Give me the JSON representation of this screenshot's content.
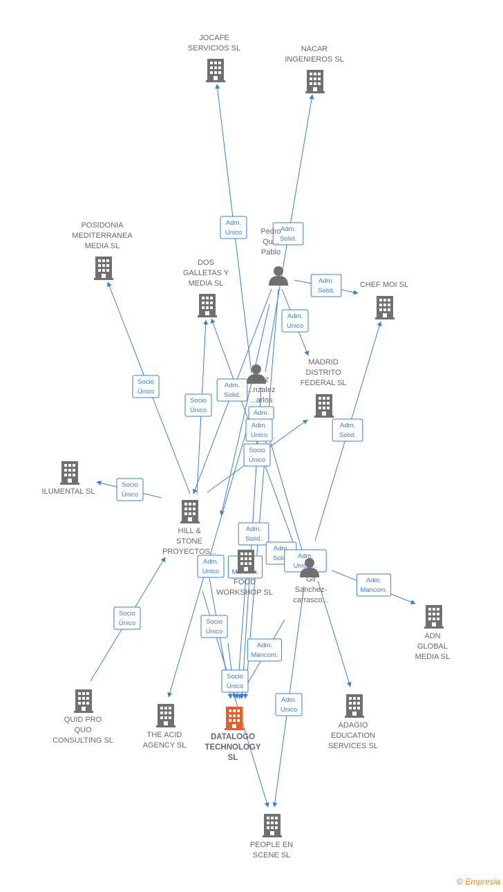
{
  "colors": {
    "edge": "#3a7fd5",
    "company_icon": "#707070",
    "focus_icon": "#f05a28",
    "label": "#666666"
  },
  "nodes": [
    {
      "id": "jocafe",
      "type": "company",
      "lines": [
        "JOCAFE",
        "SERVICIOS  SL"
      ]
    },
    {
      "id": "nacar",
      "type": "company",
      "lines": [
        "NACAR",
        "INGENIEROS SL"
      ]
    },
    {
      "id": "posidonia",
      "type": "company",
      "lines": [
        "POSIDONIA",
        "MEDITERRANEA",
        "MEDIA  SL"
      ]
    },
    {
      "id": "dosgalletas",
      "type": "company",
      "lines": [
        "DOS",
        "GALLETAS Y",
        "MEDIA  SL"
      ]
    },
    {
      "id": "pedro",
      "type": "person",
      "lines": [
        "Pedro",
        "Qu...",
        "Pablo"
      ]
    },
    {
      "id": "chefmoi",
      "type": "company",
      "lines": [
        "CHEF MOI  SL"
      ]
    },
    {
      "id": "madrid",
      "type": "company",
      "lines": [
        "MADRID",
        "DISTRITO",
        "FEDERAL  SL"
      ]
    },
    {
      "id": "diaz",
      "type": "person",
      "lines": [
        "Diaz",
        "...nzalez",
        "...arlos"
      ]
    },
    {
      "id": "ilumental",
      "type": "company",
      "lines": [
        "ILUMENTAL  SL"
      ]
    },
    {
      "id": "hillstone",
      "type": "company",
      "lines": [
        "HILL &",
        "STONE",
        "PROYECTOS..."
      ]
    },
    {
      "id": "food",
      "type": "company",
      "lines": [
        "FOOD",
        "WORKSHOP SL"
      ]
    },
    {
      "id": "gil",
      "type": "person",
      "lines": [
        "Gil",
        "Sanchez-",
        "carrasco..."
      ]
    },
    {
      "id": "adn",
      "type": "company",
      "lines": [
        "ADN",
        "GLOBAL",
        "MEDIA  SL"
      ]
    },
    {
      "id": "quidpro",
      "type": "company",
      "lines": [
        "QUID PRO",
        "QUO",
        "CONSULTING SL"
      ]
    },
    {
      "id": "theacid",
      "type": "company",
      "lines": [
        "THE ACID",
        "AGENCY  SL"
      ]
    },
    {
      "id": "datalogo",
      "type": "focus",
      "lines": [
        "DATALOGO",
        "TECHNOLOGY",
        "SL"
      ]
    },
    {
      "id": "adagio",
      "type": "company",
      "lines": [
        "ADAGIO",
        "EDUCATION",
        "SERVICES  SL"
      ]
    },
    {
      "id": "people",
      "type": "company",
      "lines": [
        "PEOPLE EN",
        "SCENE  SL"
      ]
    }
  ],
  "edges": [
    {
      "from": "diaz",
      "to": "jocafe",
      "label": [
        "Adm.",
        "Unico"
      ]
    },
    {
      "from": "diaz",
      "to": "nacar",
      "label": [
        "Adm.",
        "Solid."
      ]
    },
    {
      "from": "pedro",
      "to": "chefmoi",
      "label": [
        "Adm.",
        "Solid."
      ]
    },
    {
      "from": "pedro",
      "to": "madrid",
      "label": [
        "Adm.",
        "Unico"
      ]
    },
    {
      "from": "hillstone",
      "to": "posidonia",
      "label": [
        "Socio",
        "Único"
      ]
    },
    {
      "from": "hillstone",
      "to": "dosgalletas",
      "label": [
        "Socio",
        "Único"
      ]
    },
    {
      "from": "pedro",
      "to": "hillstone",
      "label": [
        "Adm.",
        "Solid."
      ]
    },
    {
      "from": "diaz",
      "to": "datalogo",
      "label": [
        "Adm.",
        ""
      ]
    },
    {
      "from": "pedro",
      "to": "datalogo",
      "label": [
        "Adm.",
        "Unico"
      ]
    },
    {
      "from": "hillstone",
      "to": "madrid",
      "label": [
        "Socio",
        "Único"
      ]
    },
    {
      "from": "gil",
      "to": "chefmoi",
      "label": [
        "Adm.",
        "Solid."
      ]
    },
    {
      "from": "hillstone",
      "to": "ilumental",
      "label": [
        "Socio",
        "Único"
      ]
    },
    {
      "from": "diaz",
      "to": "hillstone",
      "label": [
        "Adm.",
        "Solid."
      ]
    },
    {
      "from": "gil",
      "to": "dosgalletas",
      "label": [
        "Adm.",
        "Solid."
      ]
    },
    {
      "from": "gil",
      "to": "datalogo",
      "label": [
        "Adm.",
        "Unico,..."
      ]
    },
    {
      "from": "gil",
      "to": "adn",
      "label": [
        "Adm.",
        "Mancom."
      ]
    },
    {
      "from": "hillstone",
      "to": "datalogo",
      "label": [
        "Adm.",
        "Unico"
      ]
    },
    {
      "from": "food",
      "to": "datalogo",
      "label": [
        "Adm.",
        "Mancom."
      ]
    },
    {
      "from": "quidpro",
      "to": "hillstone",
      "label": [
        "Socio",
        "Único"
      ]
    },
    {
      "from": "hillstone",
      "to": "people",
      "label": [
        "Socio",
        "Único"
      ]
    },
    {
      "from": "gil",
      "to": "datalogo",
      "label": [
        "Adm.",
        "Mancom."
      ]
    },
    {
      "from": "food",
      "to": "datalogo",
      "label": [
        "Socio",
        "Único"
      ]
    },
    {
      "from": "gil",
      "to": "people",
      "label": [
        "Adm.",
        "Unico"
      ]
    },
    {
      "from": "gil",
      "to": "adagio",
      "label": [
        "",
        ""
      ]
    },
    {
      "from": "diaz",
      "to": "theacid",
      "label": [
        "",
        ""
      ]
    }
  ],
  "footer": {
    "copyright": "©",
    "brand": "Empresia"
  }
}
